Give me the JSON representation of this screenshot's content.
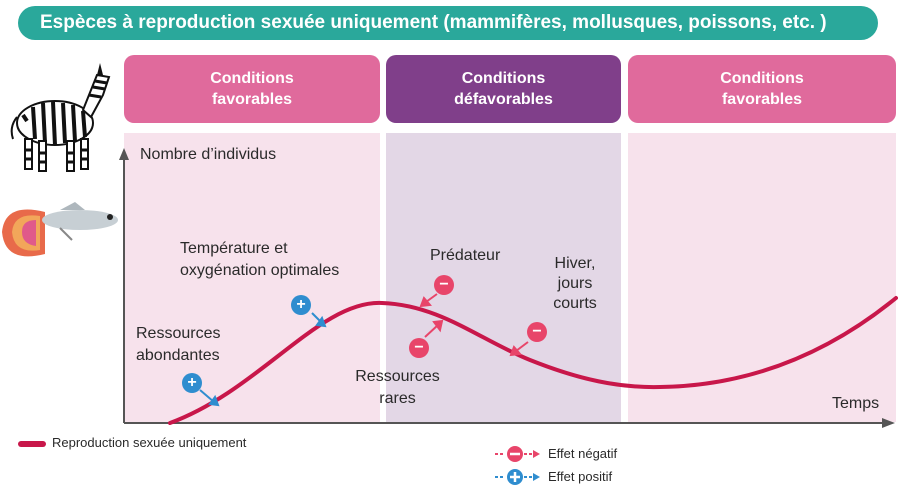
{
  "banner": "Espèces à reproduction sexuée uniquement (mammifères, mollusques, poissons, etc. )",
  "conditions": [
    "Conditions\nfavorables",
    "Conditions\ndéfavorables",
    "Conditions\nfavorables"
  ],
  "axes": {
    "y_label": "Nombre d’individus",
    "x_label": "Temps"
  },
  "annotations": {
    "temperature": "Température et\noxygénation optimales",
    "ressources_abondantes": "Ressources\nabondantes",
    "predateur": "Prédateur",
    "ressources_rares": "Ressources\nrares",
    "hiver": "Hiver,\njours\ncourts"
  },
  "legend": {
    "series": "Reproduction sexuée uniquement",
    "negative": "Effet négatif",
    "positive": "Effet positif"
  },
  "symbols": {
    "minus": "−",
    "plus": "+"
  },
  "colors": {
    "banner": "#2aa89b",
    "favorable": "#e06a9c",
    "defavorable": "#803f8a",
    "curve": "#c8174a",
    "negative": "#e8456a",
    "positive": "#2f8dcf"
  },
  "icons": [
    "zebra-icon",
    "guppy-fish-icon"
  ]
}
